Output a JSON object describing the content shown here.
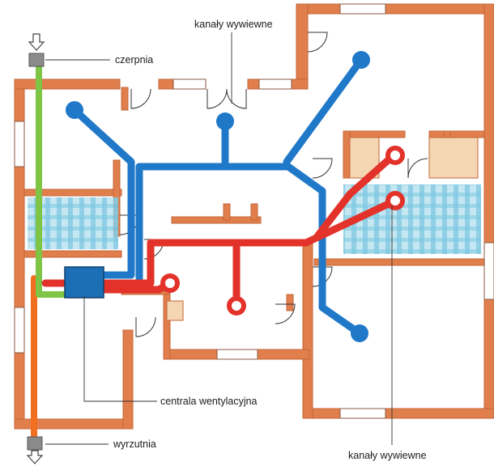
{
  "labels": {
    "intake": "czerpnia",
    "exhaust_top": "kanały wywiewne",
    "central_unit": "centrala wentylacyjna",
    "outlet": "wyrzutnia",
    "exhaust_bottom": "kanały wywiewne"
  },
  "colors": {
    "wall": "#e07f4c",
    "wall_edge": "#c46638",
    "extract_duct": "#1f78c8",
    "supply_duct": "#e2322a",
    "fresh_air_duct": "#7ec445",
    "outlet_duct": "#f26f22",
    "central_unit": "#1d6fb5",
    "heating_area": "#5fb8d8",
    "stairs": "#f4d6b3",
    "intake_box": "#8a8a8a"
  },
  "icons": [
    "down-arrow-icon"
  ]
}
